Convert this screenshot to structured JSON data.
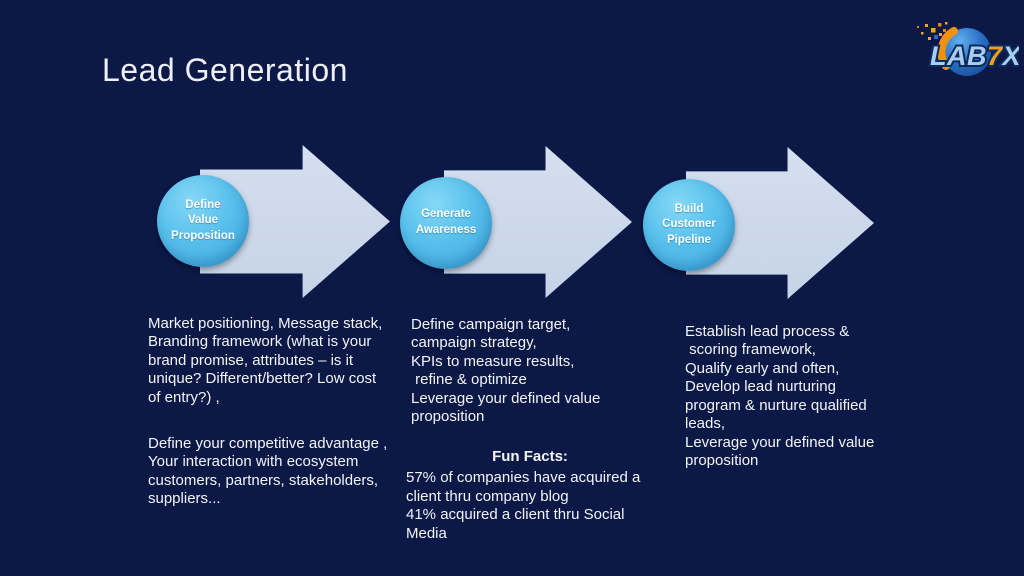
{
  "slide": {
    "title": "Lead Generation"
  },
  "logo": {
    "name": "LAB7X",
    "lab": "LAB",
    "seven": "7",
    "x": "X"
  },
  "steps": [
    {
      "circle_label": "Define\nValue\nProposition",
      "paragraphs": [
        "Market positioning, Message stack,\nBranding framework (what is your\nbrand promise, attributes – is it\nunique? Different/better? Low cost\nof entry?) ,",
        "Define your competitive advantage ,\nYour interaction with ecosystem\ncustomers, partners, stakeholders,\nsuppliers..."
      ]
    },
    {
      "circle_label": "Generate\nAwareness",
      "paragraphs": [
        "Define campaign target,\ncampaign strategy,\nKPIs to measure results,\n refine & optimize\nLeverage your defined value\nproposition"
      ]
    },
    {
      "circle_label": "Build\nCustomer\nPipeline",
      "paragraphs": [
        "Establish lead process &\n scoring framework,\nQualify early and often,\nDevelop lead nurturing\nprogram & nurture qualified\nleads,\nLeverage your defined value\nproposition"
      ]
    }
  ],
  "fun_facts": {
    "title": "Fun Facts:",
    "body": "57% of companies have acquired a\nclient thru company blog\n41% acquired a client thru Social\nMedia"
  },
  "colors": {
    "background": "#0C1846",
    "arrow_fill": "#CBD7E9",
    "circle_blue": "#58C0EC",
    "logo_orange": "#F59B1E",
    "logo_light_blue": "#A9CDEF",
    "text": "#F3F5F9"
  }
}
